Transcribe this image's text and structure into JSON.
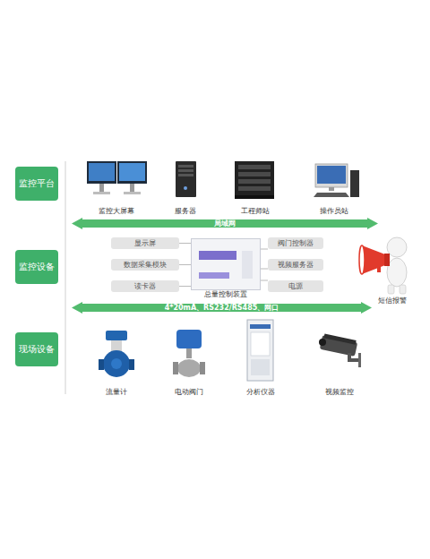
{
  "diagram": {
    "nodes": [
      {
        "text": [
          "监控平台"
        ]
      },
      {
        "text": [
          "局域网"
        ]
      },
      {
        "text": [
          "监控设备"
        ]
      },
      {
        "text": [
          "显示屏"
        ]
      },
      {
        "text": [
          "数据采集模块"
        ]
      },
      {
        "text": [
          "读卡器"
        ]
      },
      {
        "text": [
          "总量控制装置"
        ]
      },
      {
        "text": [
          "阀门控制器"
        ]
      },
      {
        "text": [
          "视频服务器"
        ]
      },
      {
        "text": [
          "电源"
        ]
      },
      {
        "text": [
          "4*20mA、RS232/RS485、网口"
        ]
      },
      {
        "text": [
          "现场设备"
        ]
      }
    ],
    "edges": [
      {
        "from": 3,
        "to": 6,
        "arrow": "none"
      },
      {
        "from": 4,
        "to": 6,
        "arrow": "none"
      },
      {
        "from": 5,
        "to": 6,
        "arrow": "none"
      },
      {
        "from": 6,
        "to": 7,
        "arrow": "none"
      },
      {
        "from": 6,
        "to": 8,
        "arrow": "none"
      },
      {
        "from": 6,
        "to": 9,
        "arrow": "none"
      }
    ],
    "labels": [
      "监控大屏幕",
      "服务器",
      "工程师站",
      "操作员站",
      "短信报警",
      "流量计",
      "电动阀门",
      "分析仪器",
      "视频监控"
    ]
  }
}
